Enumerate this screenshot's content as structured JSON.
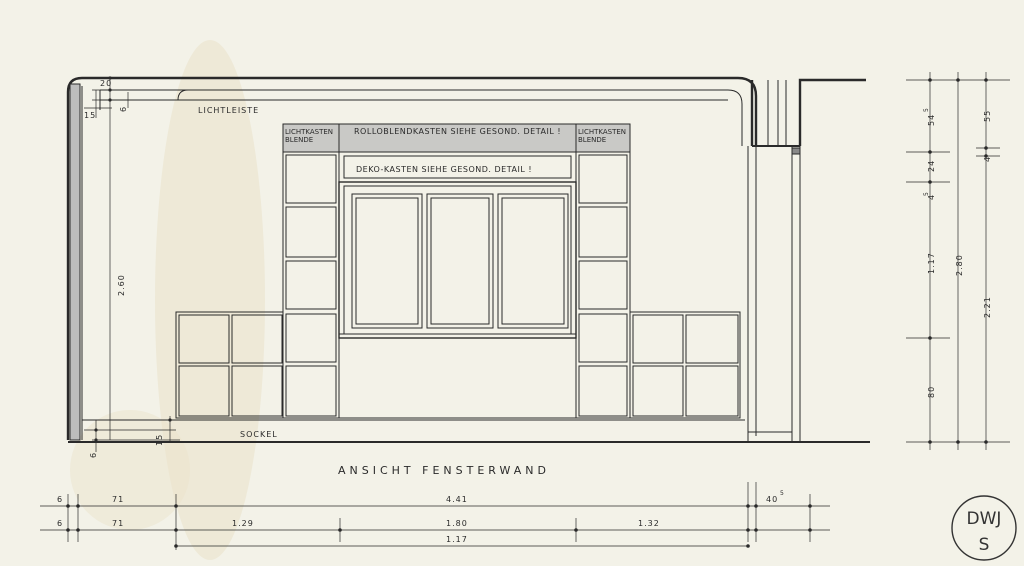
{
  "title": "ANSICHT FENSTERWAND",
  "labels": {
    "lichtleiste": "LICHTLEISTE",
    "lichtkasten_left_1": "LICHTKASTEN",
    "lichtkasten_left_2": "BLENDE",
    "lichtkasten_right_1": "LICHTKASTEN",
    "lichtkasten_right_2": "BLENDE",
    "rolloblendkasten": "ROLLOBLENDKASTEN SIEHE GESOND. DETAIL !",
    "dekokasten": "DEKO-KASTEN SIEHE GESOND. DETAIL !",
    "sockel": "SOCKEL"
  },
  "dimensions": {
    "top_20": "20",
    "top_6": "6",
    "top_15": "15",
    "left_height": "2.60",
    "left_sockel_15": "15",
    "left_sockel_6": "6",
    "bottom_row1": [
      "6",
      "71",
      "4.41"
    ],
    "bottom_40": "40",
    "bottom_40_sup": "5",
    "bottom_row2": [
      "6",
      "71",
      "1.29",
      "1.80",
      "1.32"
    ],
    "bottom_117": "1.17",
    "right_col1": [
      "54",
      "24",
      "1.17",
      "80"
    ],
    "right_col1_sup": [
      "5",
      "5"
    ],
    "right_col1_small": "4",
    "right_col2": [
      "2.80"
    ],
    "right_col3": [
      "55",
      "4",
      "2.21"
    ]
  },
  "stamp": {
    "line1": "DWJ",
    "line2": "S"
  }
}
